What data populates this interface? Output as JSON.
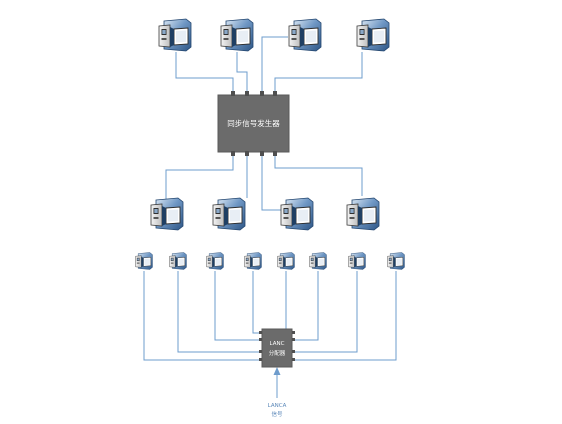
{
  "sync_generator": {
    "label": "同步信号发生器"
  },
  "lanc_distributor": {
    "label_line1": "LANC",
    "label_line2": "分配器"
  },
  "lanc_input": {
    "label_line1": "LANCA",
    "label_line2": "信号"
  },
  "colors": {
    "wire": "#6e9ccc",
    "box": "#6b6b6b",
    "camera_body": "#4a76a8"
  },
  "camera_icon": "video-camera-icon"
}
